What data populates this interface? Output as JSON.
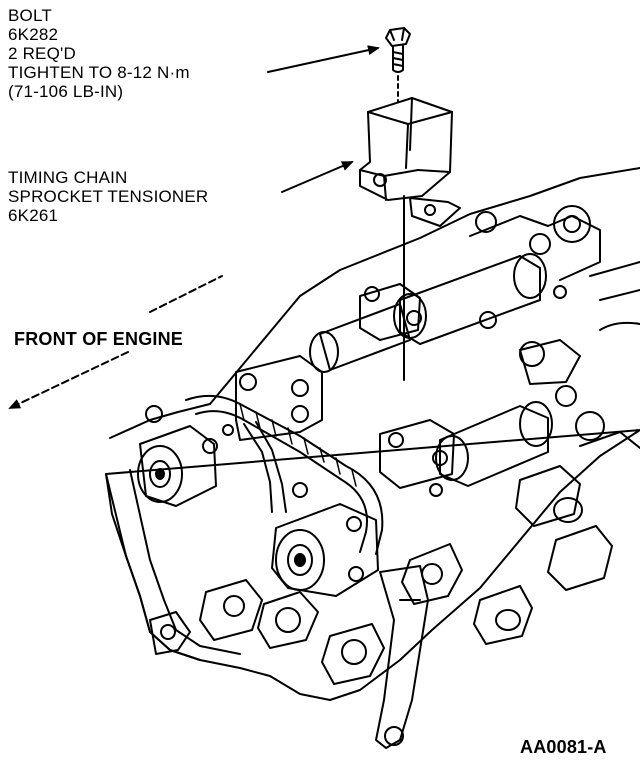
{
  "bolt_callout": {
    "lines": [
      "BOLT",
      "6K282",
      "2 REQ'D",
      "TIGHTEN TO 8-12 N·m",
      "(71-106 LB-IN)"
    ]
  },
  "tensioner_callout": {
    "lines": [
      "TIMING CHAIN",
      "SPROCKET TENSIONER",
      "6K261"
    ]
  },
  "front_label": "FRONT OF ENGINE",
  "figure_id": "AA0081-A"
}
